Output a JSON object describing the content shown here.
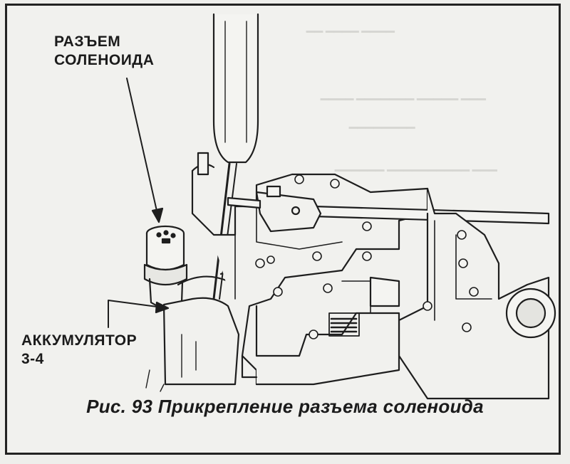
{
  "labels": {
    "solenoid_connector": [
      "РАЗЪЕМ",
      "СОЛЕНОИДА"
    ],
    "accumulator": [
      "АККУМУЛЯТОР",
      "3-4"
    ]
  },
  "caption": "Рис. 93 Прикрепление разъема соленоида"
}
